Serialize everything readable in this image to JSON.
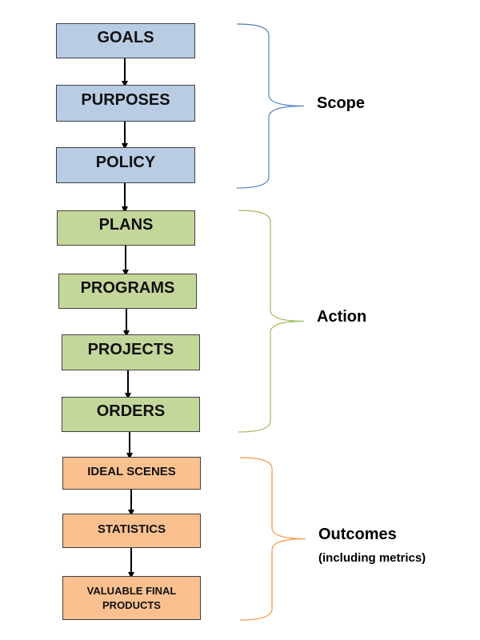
{
  "colors": {
    "scope": "#b8cce4",
    "action": "#c4d79b",
    "outcomes": "#fac090",
    "scope_brace": "#4f81bd",
    "action_brace": "#9bbb59",
    "outcomes_brace": "#f79646"
  },
  "steps": [
    {
      "label": "GOALS",
      "group": "scope"
    },
    {
      "label": "PURPOSES",
      "group": "scope"
    },
    {
      "label": "POLICY",
      "group": "scope"
    },
    {
      "label": "PLANS",
      "group": "action"
    },
    {
      "label": "PROGRAMS",
      "group": "action"
    },
    {
      "label": "PROJECTS",
      "group": "action"
    },
    {
      "label": "ORDERS",
      "group": "action"
    },
    {
      "label": "IDEAL SCENES",
      "group": "outcomes"
    },
    {
      "label": "STATISTICS",
      "group": "outcomes"
    },
    {
      "label": "VALUABLE FINAL\nPRODUCTS",
      "group": "outcomes"
    }
  ],
  "groups": {
    "scope": {
      "label": "Scope"
    },
    "action": {
      "label": "Action"
    },
    "outcomes": {
      "label": "Outcomes",
      "sublabel": "(including metrics)"
    }
  }
}
